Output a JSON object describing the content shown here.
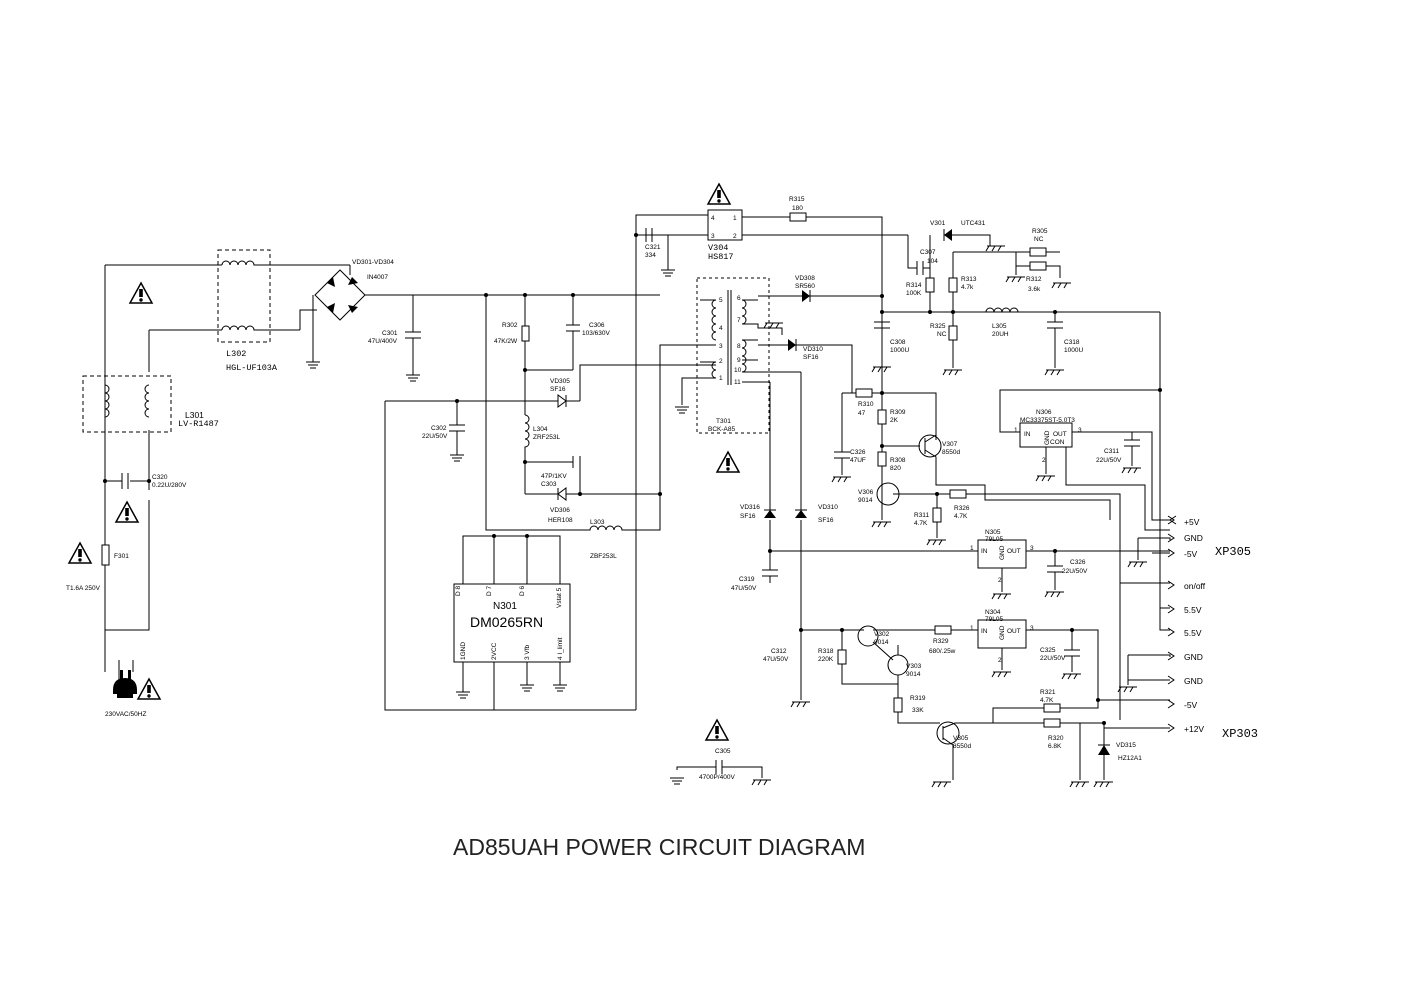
{
  "title": "AD85UAH POWER CIRCUIT DIAGRAM",
  "mains": {
    "plug_label": "230VAC/50HZ",
    "fuse_ref": "F301",
    "fuse_value": "T1.6A 250V"
  },
  "filters": {
    "l302_ref": "L302",
    "l302_value": "HGL-UF103A",
    "l301_ref": "L301",
    "l301_value": "LV-R1487",
    "c320_ref": "C320",
    "c320_value": "0.22U/280V"
  },
  "bridge": {
    "ref": "VD301-VD304",
    "value": "IN4007"
  },
  "primary": {
    "c301_ref": "C301",
    "c301_value": "47U/400V",
    "r302_ref": "R302",
    "r302_value": "47K/2W",
    "c306_ref": "C306",
    "c306_value": "103/630V",
    "vd305_ref": "VD305",
    "vd305_value": "SF16",
    "c302_ref": "C302",
    "c302_value": "22U/50V",
    "l304_ref": "L304",
    "l304_value": "ZRF253L",
    "c303_value": "47P/1KV",
    "c303_ref": "C303",
    "vd306_ref": "VD306",
    "vd306_value": "HER108",
    "l303_ref": "L303",
    "l303_value": "ZBF253L",
    "c321_ref": "C321",
    "c321_value": "334",
    "c305_ref": "C305",
    "c305_value": "4700P/400V"
  },
  "ic_n301": {
    "ref": "N301",
    "part": "DM0265RN",
    "pins": [
      "D 8",
      "D 7",
      "D 6",
      "Vstat 5",
      "1GND",
      "2VCC",
      "3 Vfb",
      "4 I_limit"
    ]
  },
  "optocoupler": {
    "ref": "V304",
    "part": "HS817",
    "pins": [
      "4",
      "1",
      "3",
      "2"
    ]
  },
  "transformer": {
    "ref": "T301",
    "part": "BCK-A85",
    "pins": [
      "5",
      "4",
      "3",
      "2",
      "1",
      "6",
      "7",
      "8",
      "9",
      "10",
      "11"
    ]
  },
  "secondary": {
    "r315_ref": "R315",
    "r315_value": "180",
    "v301_ref": "V301",
    "v301_value": "UTC431",
    "r305_ref": "R305",
    "r305_value": "NC",
    "c307_ref": "C307",
    "c307_value": "104",
    "r313_ref": "R313",
    "r313_value": "4.7k",
    "r314_ref": "R314",
    "r314_value": "100K",
    "r312_ref": "R312",
    "r312_value": "3.6k",
    "vd308_ref": "VD308",
    "vd308_value": "SR560",
    "vd310_ref": "VD310",
    "vd310_value": "SF16",
    "c308_ref": "C308",
    "c308_value": "1000U",
    "r325_ref": "R325",
    "r325_value": "NC",
    "l305_ref": "L305",
    "l305_value": "20UH",
    "c318_ref": "C318",
    "c318_value": "1000U",
    "r310_ref": "R310",
    "r310_value": "47",
    "r309_ref": "R309",
    "r309_value": "2K",
    "r308_ref": "R308",
    "r308_value": "820",
    "c326b_ref": "C326",
    "c326b_value": "47UF",
    "v307_ref": "V307",
    "v307_value": "8550d",
    "v306_ref": "V306",
    "v306_value": "9014",
    "r311_ref": "R311",
    "r311_value": "4.7K",
    "r326_ref": "R326",
    "r326_value": "4.7K",
    "vd316_ref": "VD316",
    "vd316_value": "SF16",
    "vd310b_ref": "VD310",
    "vd310b_value": "SF16",
    "c319_ref": "C319",
    "c319_value": "47U/50V",
    "c312_ref": "C312",
    "c312_value": "47U/50V",
    "r318_ref": "R318",
    "r318_value": "220K",
    "v302_ref": "V302",
    "v302_value": "9014",
    "v303_ref": "V303",
    "v303_value": "9014",
    "r329_ref": "R329",
    "r329_value": "680/.25w",
    "r319_ref": "R319",
    "r319_value": "33K",
    "v305_ref": "V305",
    "v305_value": "8550d",
    "r321_ref": "R321",
    "r321_value": "4.7K",
    "r320_ref": "R320",
    "r320_value": "6.8K",
    "vd315_ref": "VD315",
    "vd315_value": "HZ12A1",
    "c311_ref": "C311",
    "c311_value": "22U/50V",
    "c326_ref": "C326",
    "c326_value": "22U/50V",
    "c325_ref": "C325",
    "c325_value": "22U/50V"
  },
  "regulators": {
    "n306_ref": "N306",
    "n306_part": "MC33375ST-5.0T3",
    "n305_ref": "N305",
    "n305_part": "79L05",
    "n304_ref": "N304",
    "n304_part": "79L05",
    "pin_in": "IN",
    "pin_gnd": "GND",
    "pin_out": "OUT",
    "pin_con": "CON",
    "pin1": "1",
    "pin2": "2",
    "pin3": "3"
  },
  "connectors": {
    "xp305": "XP305",
    "xp305_pins": [
      "+5V",
      "GND",
      "-5V",
      "on/off",
      "5.5V",
      "5.5V"
    ],
    "xp303": "XP303",
    "xp303_pins": [
      "GND",
      "GND",
      "-5V",
      "+12V"
    ]
  }
}
